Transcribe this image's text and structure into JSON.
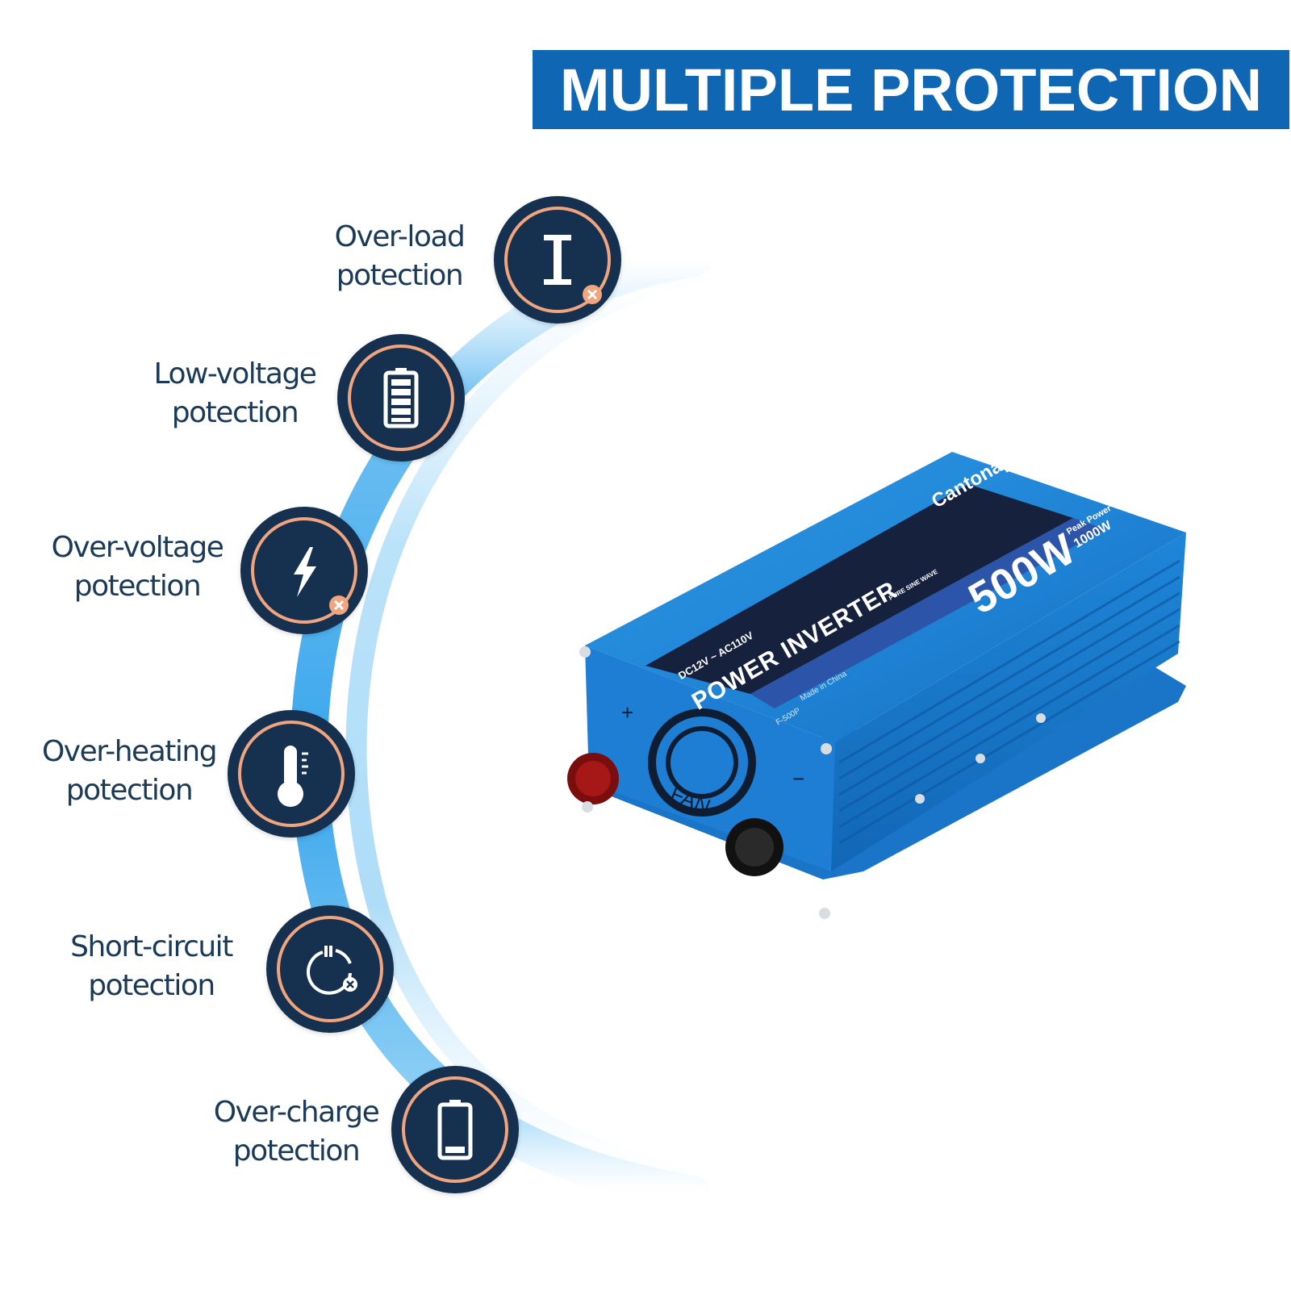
{
  "banner": {
    "title": "MULTIPLE PROTECTION"
  },
  "colors": {
    "banner_bg": "#0f67b3",
    "badge_bg": "#16304f",
    "badge_ring": "#f0a57e",
    "label_text": "#1b3a57",
    "product_blue": "#1a7fd6"
  },
  "features": [
    {
      "line1": "Over-load",
      "line2": "potection",
      "icon": "current-cross-icon"
    },
    {
      "line1": "Low-voltage",
      "line2": "potection",
      "icon": "battery-full-icon"
    },
    {
      "line1": "Over-voltage",
      "line2": "potection",
      "icon": "lightning-cross-icon"
    },
    {
      "line1": "Over-heating",
      "line2": "potection",
      "icon": "thermometer-icon"
    },
    {
      "line1": "Short-circuit",
      "line2": "potection",
      "icon": "short-circuit-icon"
    },
    {
      "line1": "Over-charge",
      "line2": "potection",
      "icon": "battery-low-icon"
    }
  ],
  "product": {
    "brand": "Cantonape",
    "rating": "500W",
    "peak_label": "Peak Power",
    "peak_value": "1000W",
    "voltage": "DC12V ~ AC110V",
    "name": "POWER INVERTER",
    "wave": "PURE SINE WAVE",
    "made": "Made in China",
    "model": "F-500P",
    "fan": "FAN",
    "plus": "+",
    "minus": "−"
  }
}
